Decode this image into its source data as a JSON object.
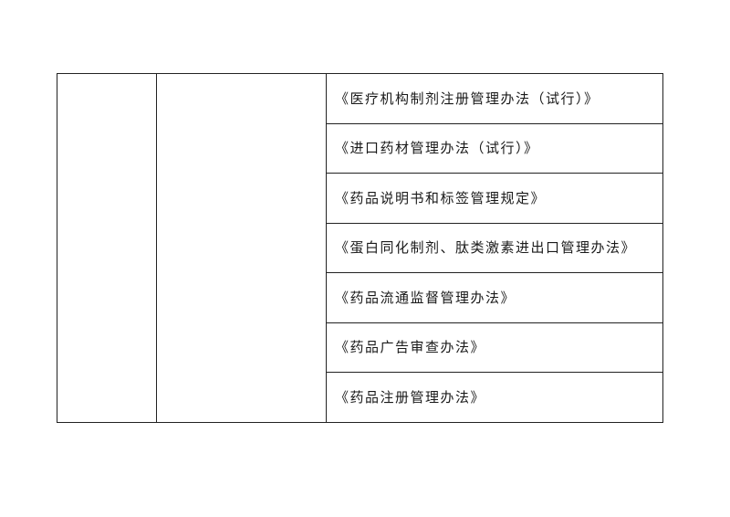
{
  "table": {
    "col_a_text": "",
    "col_b_text": "",
    "items": [
      "《医疗机构制剂注册管理办法（试行）》",
      "《进口药材管理办法（试行）》",
      "《药品说明书和标签管理规定》",
      "《蛋白同化制剂、肽类激素进出口管理办法》",
      "《药品流通监督管理办法》",
      "《药品广告审查办法》",
      "《药品注册管理办法》"
    ]
  }
}
